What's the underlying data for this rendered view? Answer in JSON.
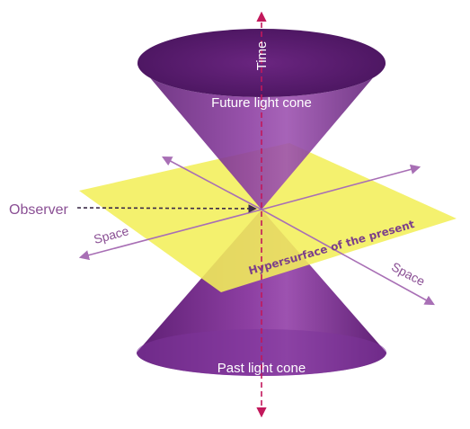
{
  "labels": {
    "time": "Time",
    "future_cone": "Future light cone",
    "past_cone": "Past light cone",
    "observer": "Observer",
    "space_left": "Space",
    "space_right": "Space",
    "hypersurface": "Hypersurface of the present"
  },
  "colors": {
    "cone_purple": "#7b2d8e",
    "cone_rim": "#5a1d6e",
    "plane_yellow": "#f3ef5a",
    "axis_purple": "#a86fb5",
    "time_axis_pink": "#c2185b"
  }
}
